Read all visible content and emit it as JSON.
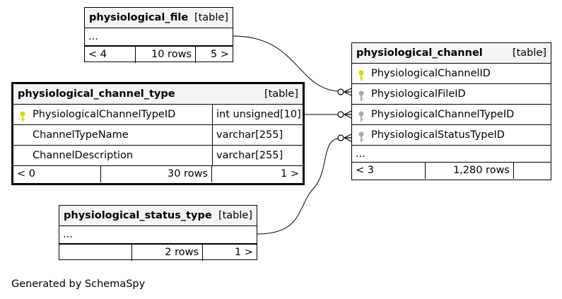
{
  "physiological_file": {
    "name": "physiological_file",
    "tag": "[table]",
    "rows": [
      "..."
    ],
    "footer": {
      "prev": "< 4",
      "count": "10 rows",
      "next": "5 >"
    }
  },
  "physiological_channel": {
    "name": "physiological_channel",
    "tag": "[table]",
    "columns": [
      "PhysiologicalChannelID",
      "PhysiologicalFileID",
      "PhysiologicalChannelTypeID",
      "PhysiologicalStatusTypeID"
    ],
    "more": "...",
    "footer": {
      "prev": "< 3",
      "count": "1,280 rows",
      "next": ""
    }
  },
  "physiological_channel_type": {
    "name": "physiological_channel_type",
    "tag": "[table]",
    "columns": [
      {
        "name": "PhysiologicalChannelTypeID",
        "type": "int unsigned[10]"
      },
      {
        "name": "ChannelTypeName",
        "type": "varchar[255]"
      },
      {
        "name": "ChannelDescription",
        "type": "varchar[255]"
      }
    ],
    "footer": {
      "prev": "< 0",
      "count": "30 rows",
      "next": "1 >"
    }
  },
  "physiological_status_type": {
    "name": "physiological_status_type",
    "tag": "[table]",
    "rows": [
      "..."
    ],
    "footer": {
      "prev": "",
      "count": "2 rows",
      "next": "1 >"
    }
  },
  "generated_by": "Generated by SchemaSpy",
  "colors": {
    "primary_key": "#d8d800",
    "foreign_key": "#aaaaaa",
    "header_bg": "#f4f4f4"
  }
}
